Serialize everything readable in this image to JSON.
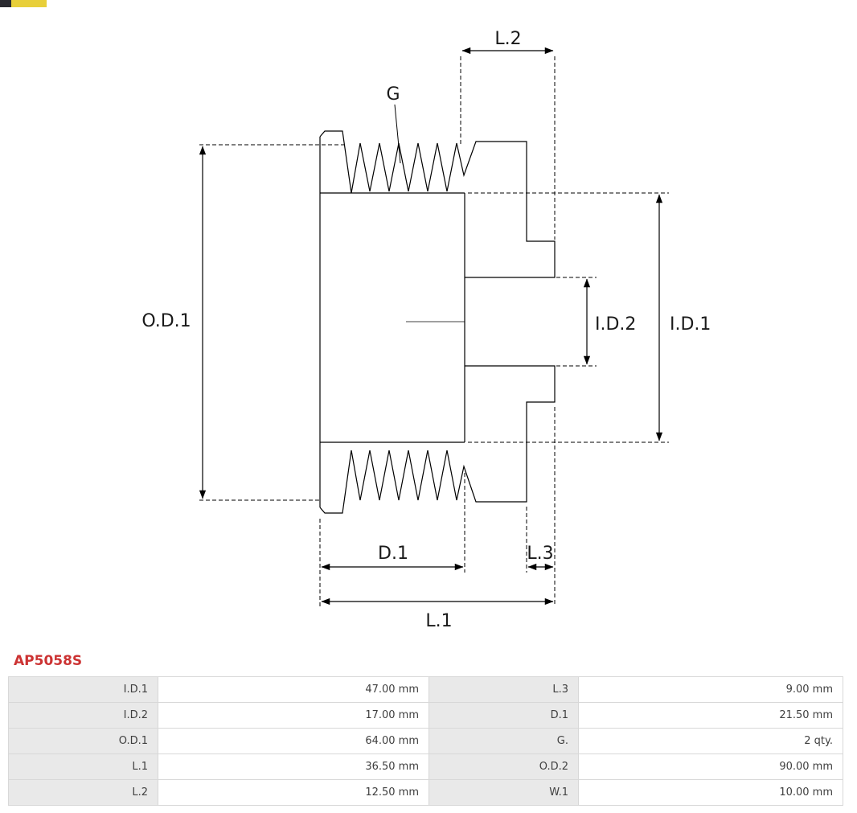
{
  "branding": {
    "logo_name": "as-pl-logo"
  },
  "part": {
    "number": "AP5058S"
  },
  "diagram": {
    "type": "pulley-cross-section-technical-drawing",
    "labels": {
      "od1": "O.D.1",
      "id1": "I.D.1",
      "id2": "I.D.2",
      "d1": "D.1",
      "l1": "L.1",
      "l2": "L.2",
      "l3": "L.3",
      "g": "G"
    }
  },
  "specs": {
    "rows": [
      {
        "label_left": "I.D.1",
        "value_left": "47.00 mm",
        "label_right": "L.3",
        "value_right": "9.00 mm"
      },
      {
        "label_left": "I.D.2",
        "value_left": "17.00 mm",
        "label_right": "D.1",
        "value_right": "21.50 mm"
      },
      {
        "label_left": "O.D.1",
        "value_left": "64.00 mm",
        "label_right": "G.",
        "value_right": "2 qty."
      },
      {
        "label_left": "L.1",
        "value_left": "36.50 mm",
        "label_right": "O.D.2",
        "value_right": "90.00 mm"
      },
      {
        "label_left": "L.2",
        "value_left": "12.50 mm",
        "label_right": "W.1",
        "value_right": "10.00 mm"
      }
    ]
  },
  "colors": {
    "part_number_red": "#cc3333",
    "table_label_bg": "#e9e9e9",
    "table_border": "#d8d8d8",
    "line_color": "#000000"
  }
}
